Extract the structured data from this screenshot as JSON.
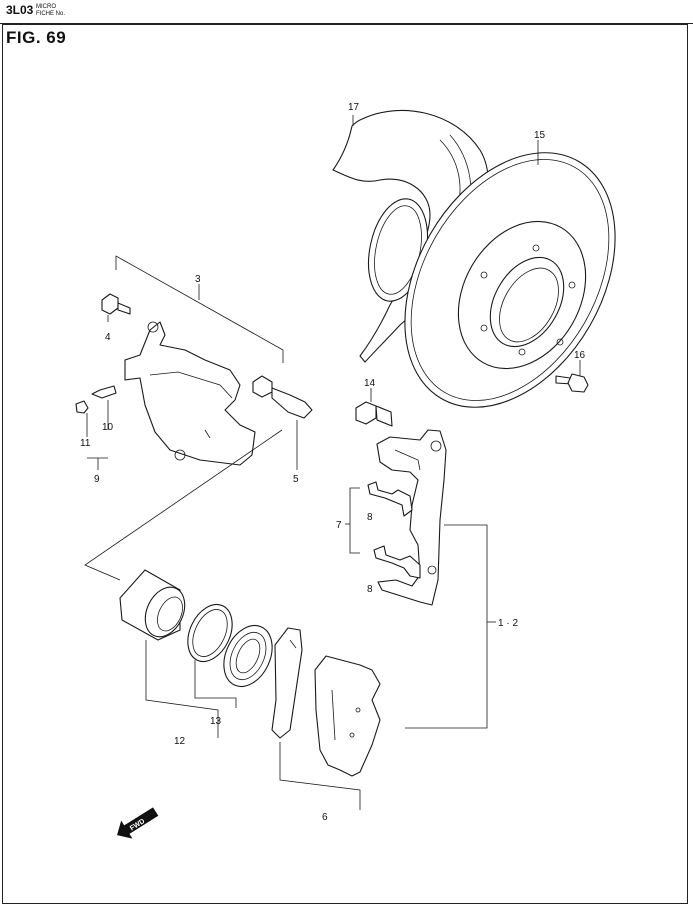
{
  "header": {
    "code": "3L03",
    "micro_line1": "MICRO",
    "micro_line2": "FICHE No."
  },
  "figure_label": "FIG.  69",
  "callouts": {
    "c17": "17",
    "c15": "15",
    "c3": "3",
    "c4": "4",
    "c16": "16",
    "c14": "14",
    "c11": "11",
    "c10": "10",
    "c9": "9",
    "c5": "5",
    "c7": "7",
    "c8a": "8",
    "c8b": "8",
    "c12": "12",
    "c13": "13",
    "c1_2": "1 · 2",
    "c6": "6"
  },
  "fwd_marker": "FWD"
}
